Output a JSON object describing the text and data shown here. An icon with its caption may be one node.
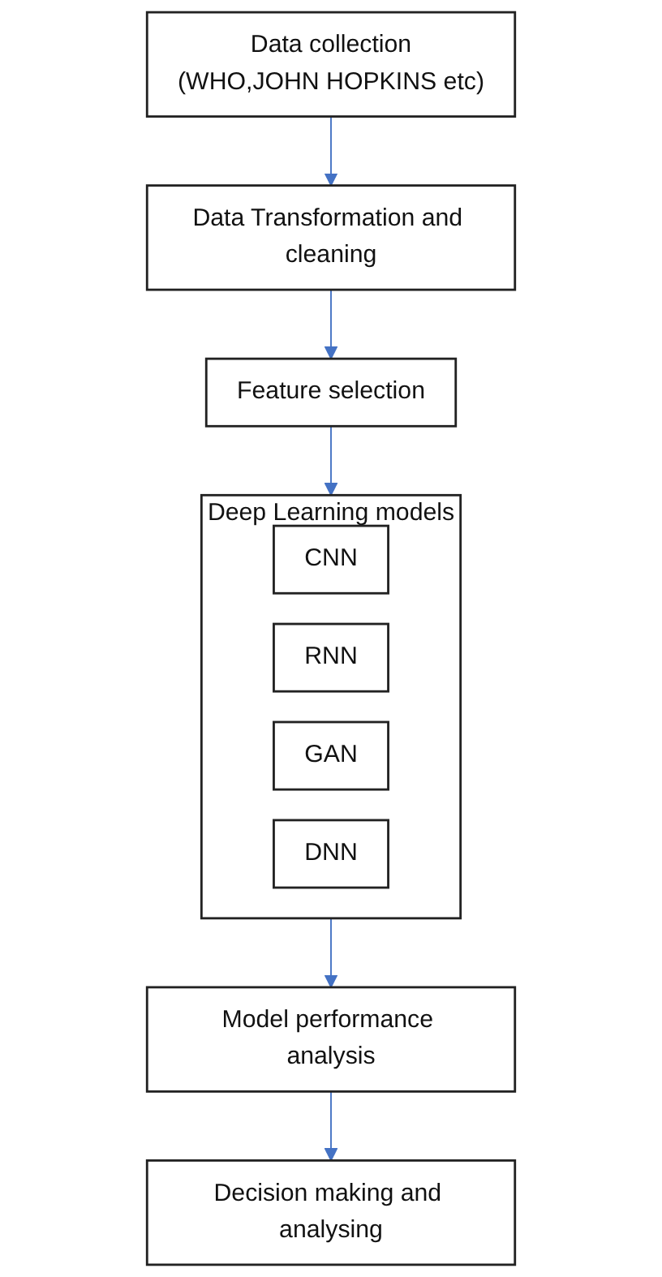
{
  "diagram": {
    "nodes": [
      {
        "text": [
          "Data collection",
          "(WHO,JOHN HOPKINS etc)"
        ]
      },
      {
        "text": [
          "Data Transformation and cleaning"
        ]
      },
      {
        "text": [
          "Feature selection"
        ]
      },
      {
        "text": [
          "Deep Learning models"
        ]
      },
      {
        "text": [
          "CNN"
        ],
        "in": 3
      },
      {
        "text": [
          "RNN"
        ],
        "in": 3
      },
      {
        "text": [
          "GAN"
        ],
        "in": 3
      },
      {
        "text": [
          "DNN"
        ],
        "in": 3
      },
      {
        "text": [
          "Model performance analysis"
        ]
      },
      {
        "text": [
          "Decision making and analysing"
        ]
      }
    ],
    "edges": [
      {
        "from": 0,
        "to": 1,
        "arrow": "to"
      },
      {
        "from": 1,
        "to": 2,
        "arrow": "to"
      },
      {
        "from": 2,
        "to": 3,
        "arrow": "to"
      },
      {
        "from": 3,
        "to": 8,
        "arrow": "to"
      },
      {
        "from": 8,
        "to": 9,
        "arrow": "to"
      }
    ]
  }
}
